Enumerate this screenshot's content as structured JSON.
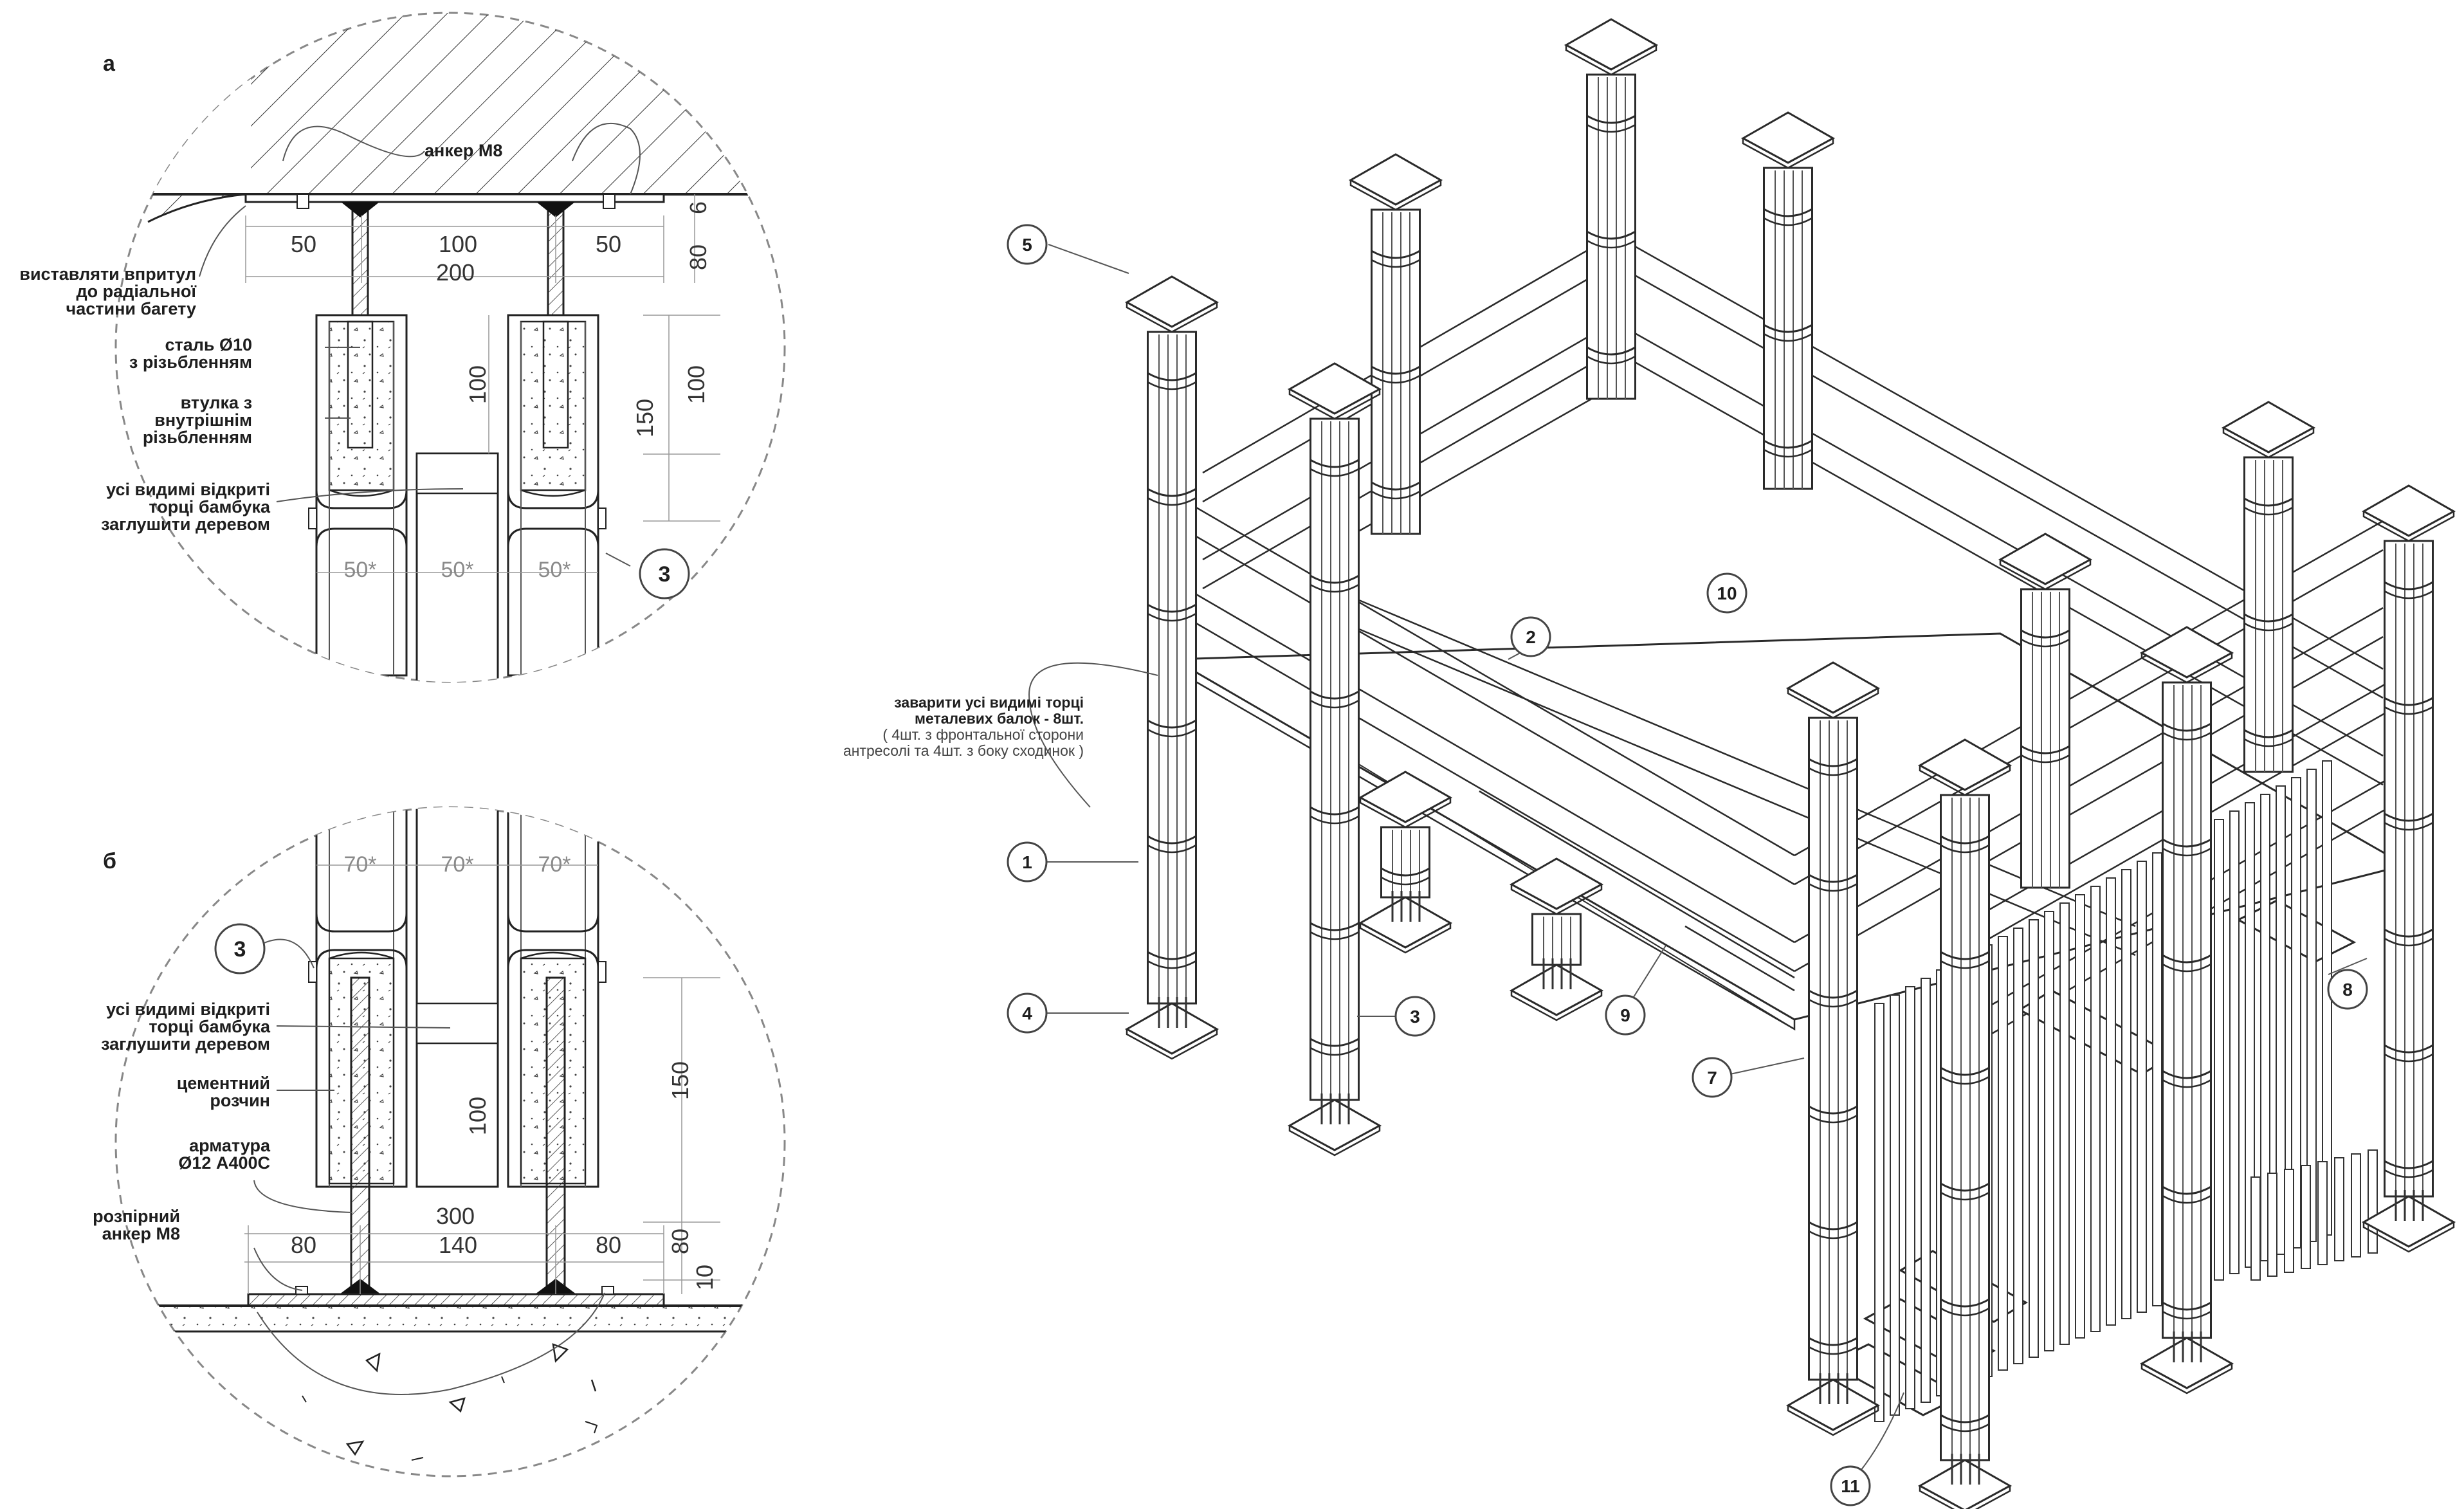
{
  "sections": {
    "a": "а",
    "b": "б"
  },
  "detail_a": {
    "anchor_label": "анкер М8",
    "flush_note": [
      "виставляти впритул",
      "до радіальної",
      "частини багету"
    ],
    "steel_note": [
      "сталь Ø10",
      "з різьбленням"
    ],
    "sleeve_note": [
      "втулка з",
      "внутрішнім",
      "різьбленням"
    ],
    "plug_note": [
      "усі видимі відкриті",
      "торці бамбука",
      "заглушити деревом"
    ],
    "callout": "3",
    "dims": {
      "d50_left": "50",
      "d100": "100",
      "d50_right": "50",
      "d200": "200",
      "d6": "6",
      "d80": "80",
      "d100_center": "100",
      "d100_right": "100",
      "d150": "150",
      "s1": "50*",
      "s2": "50*",
      "s3": "50*"
    }
  },
  "detail_b": {
    "callout": "3",
    "plug_note": [
      "усі видимі відкриті",
      "торці бамбука",
      "заглушити деревом"
    ],
    "cement_note": [
      "цементний",
      "розчин"
    ],
    "rebar_note": [
      "арматура",
      "Ø12 А400С"
    ],
    "anchor_note": [
      "розпірний",
      "анкер М8"
    ],
    "dims": {
      "s1": "70*",
      "s2": "70*",
      "s3": "70*",
      "d150": "150",
      "d100": "100",
      "d300": "300",
      "d80_left": "80",
      "d140": "140",
      "d80_right": "80",
      "d80_v": "80",
      "d10": "10"
    }
  },
  "iso": {
    "weld_note": [
      "заварити усі видимі торці",
      "металевих балок - 8шт."
    ],
    "weld_sub": [
      "( 4шт. з фронтальної сторони",
      "антресолі та 4шт. з боку сходинок )"
    ],
    "callouts": [
      "1",
      "2",
      "3",
      "4",
      "5",
      "7",
      "8",
      "9",
      "10",
      "11"
    ]
  }
}
